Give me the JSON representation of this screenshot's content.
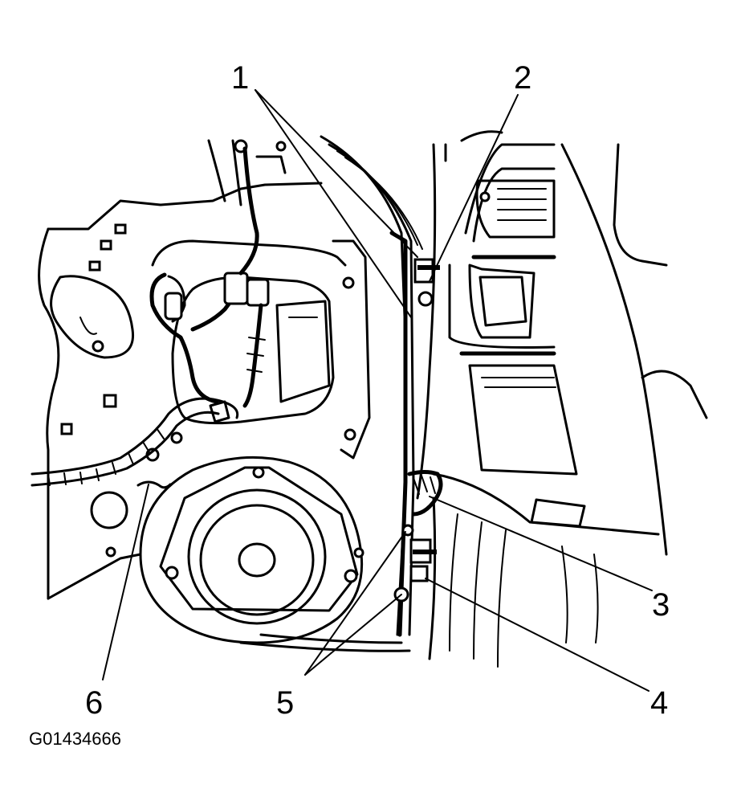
{
  "figure": {
    "code": "G01434666",
    "callouts": [
      "1",
      "2",
      "3",
      "4",
      "5",
      "6"
    ],
    "parts": [
      "door-inner-panel",
      "window-regulator-rail",
      "wiring-harness",
      "speaker",
      "door-trim-bracket"
    ]
  }
}
